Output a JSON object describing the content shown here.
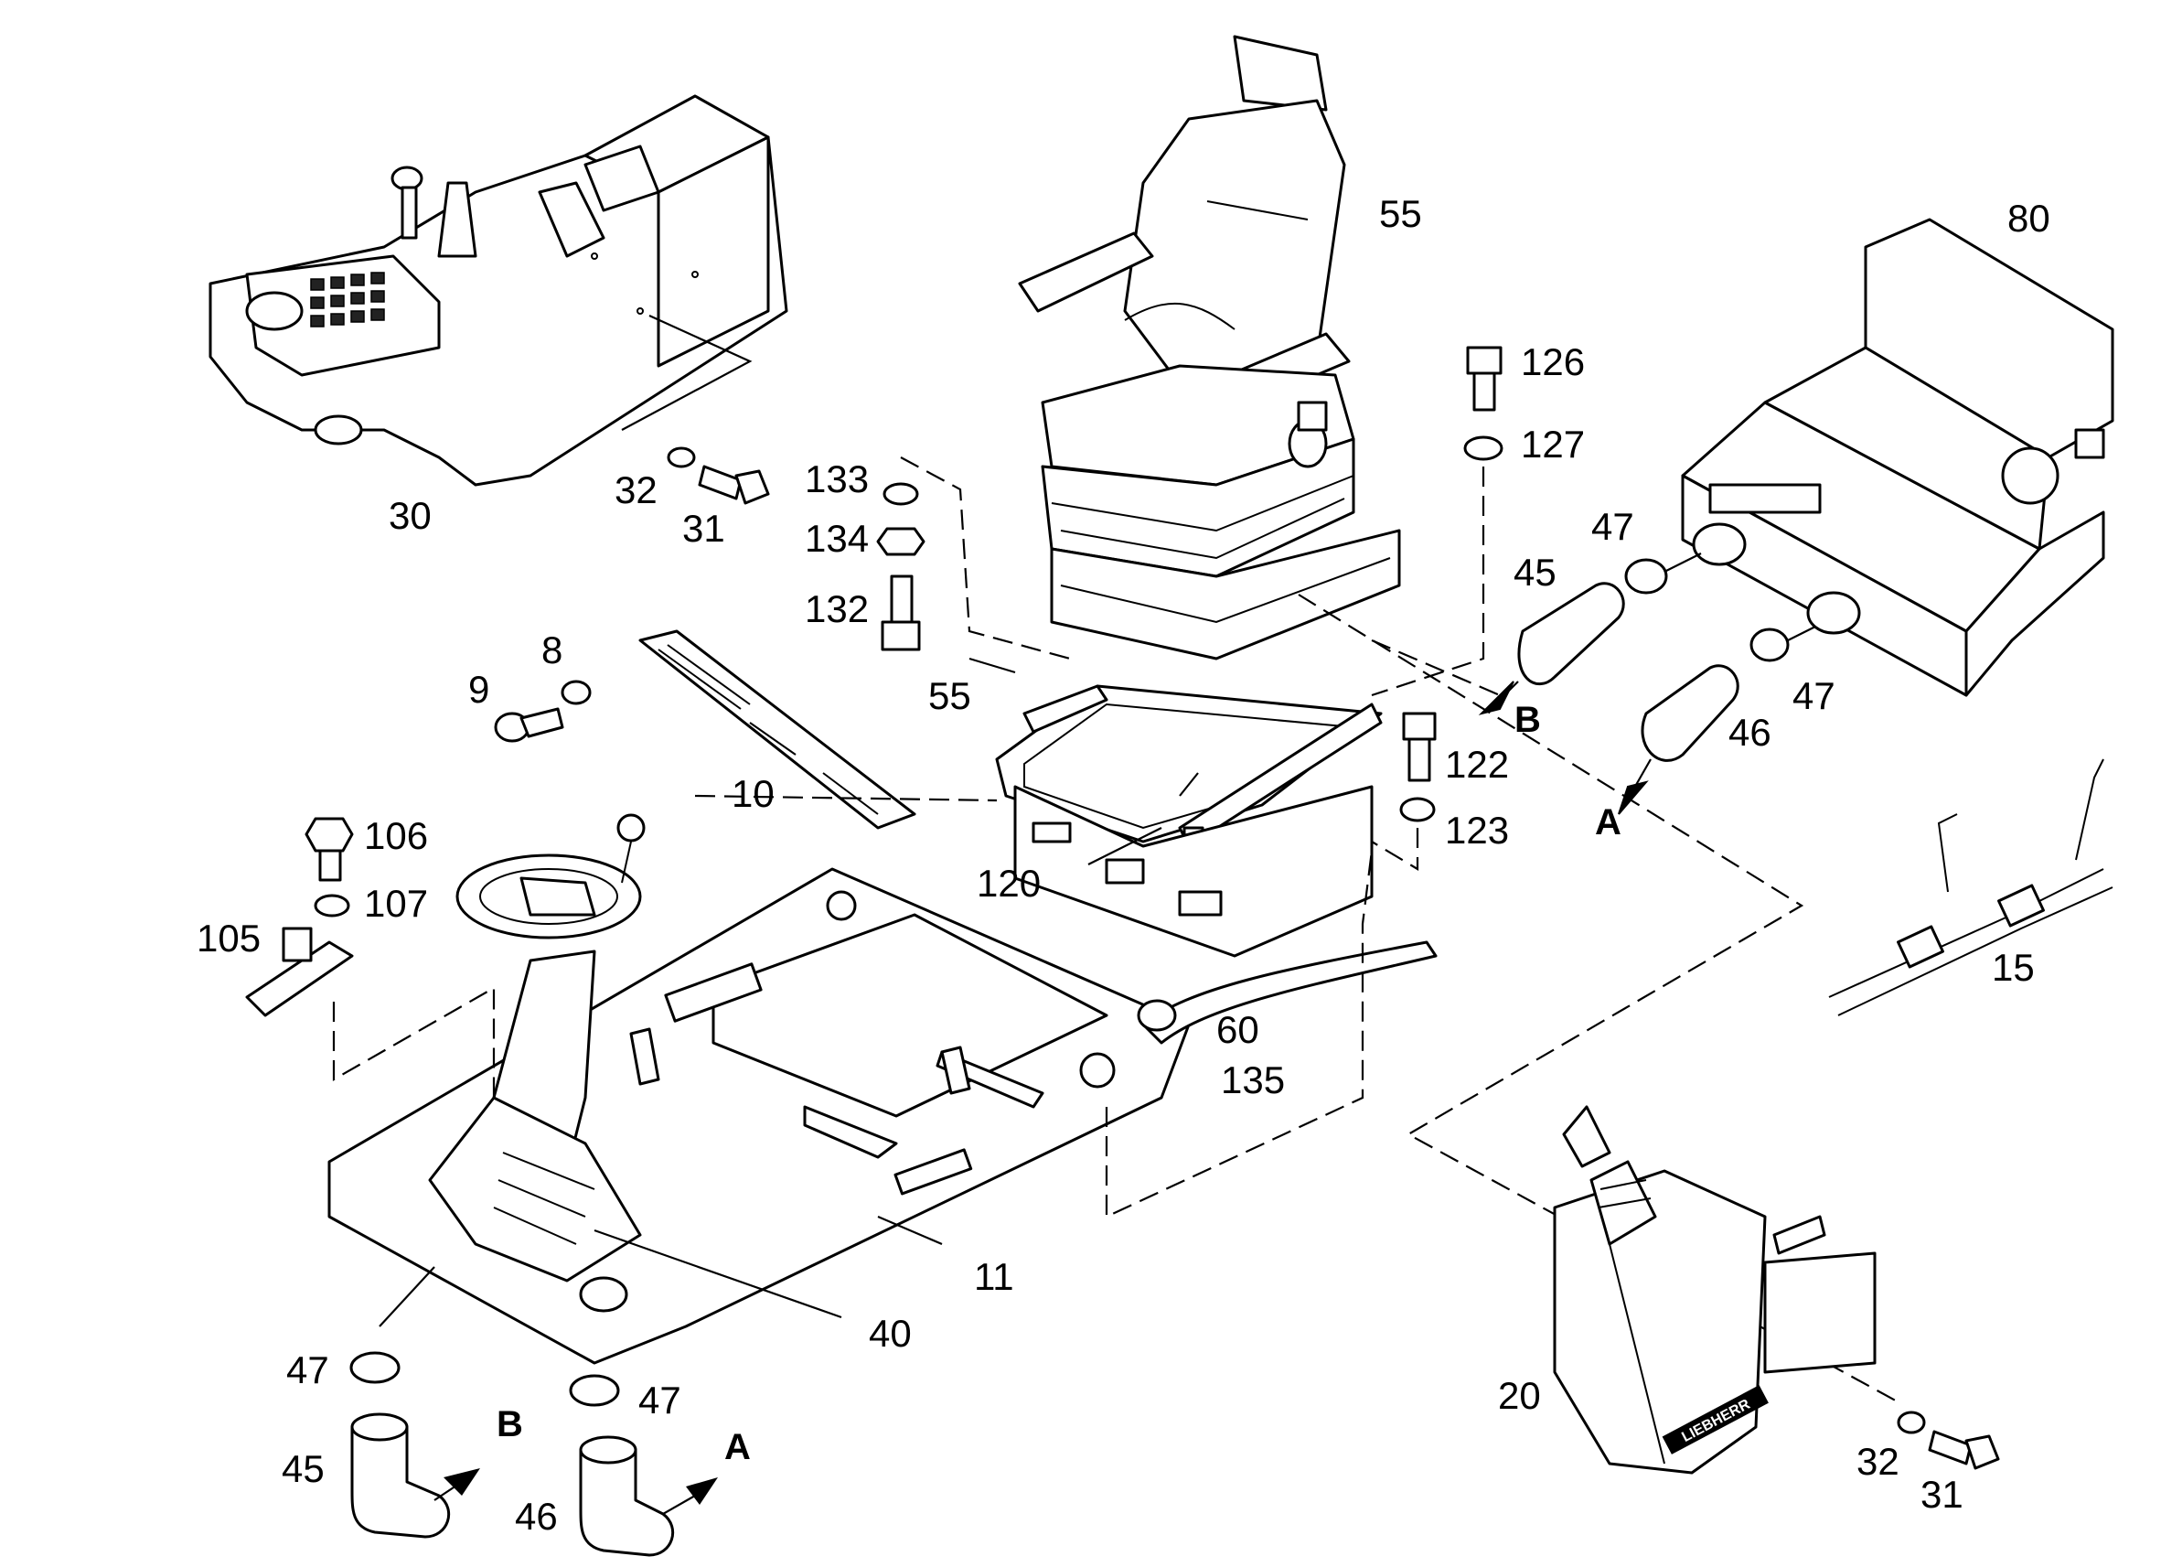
{
  "callouts": {
    "c30": "30",
    "c32a": "32",
    "c31a": "31",
    "c55top": "55",
    "c80": "80",
    "c126": "126",
    "c127": "127",
    "c133": "133",
    "c134": "134",
    "c132": "132",
    "c47a": "47",
    "c45a": "45",
    "c47b": "47",
    "c46a": "46",
    "cBtop": "B",
    "cAtop": "A",
    "c9": "9",
    "c8": "8",
    "c10": "10",
    "c55mid": "55",
    "c122": "122",
    "c123": "123",
    "c120": "120",
    "c106": "106",
    "c107": "107",
    "c105": "105",
    "c60": "60",
    "c135": "135",
    "c15": "15",
    "c11": "11",
    "c40": "40",
    "c47c": "47",
    "c47d": "47",
    "c45b": "45",
    "cBbot": "B",
    "c46b": "46",
    "cAbot": "A",
    "c20": "20",
    "c32b": "32",
    "c31b": "31"
  },
  "brand_text": "LIEBHERR"
}
